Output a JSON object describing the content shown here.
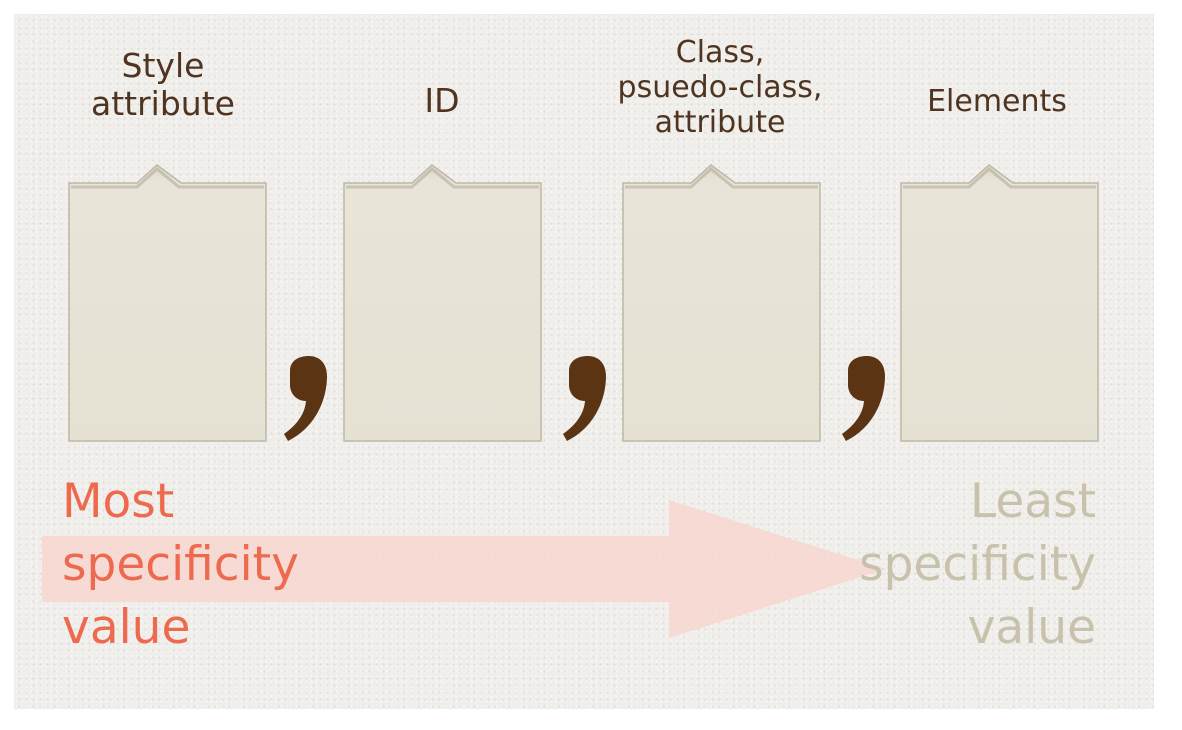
{
  "columns": [
    {
      "label": "Style\nattribute"
    },
    {
      "label": "ID"
    },
    {
      "label": "Class,\npsuedo-class,\nattribute"
    },
    {
      "label": "Elements"
    }
  ],
  "separator": ",",
  "direction": {
    "start_label": "Most\nspecificity\nvalue",
    "end_label": "Least\nspecificity\nvalue"
  },
  "colors": {
    "label_text": "#4f3521",
    "comma": "#5a3413",
    "slot_fill": "#e7e3d6",
    "most_text": "#ee6a4e",
    "least_text": "#c8c1ac",
    "arrow": "#f7d6cf"
  }
}
